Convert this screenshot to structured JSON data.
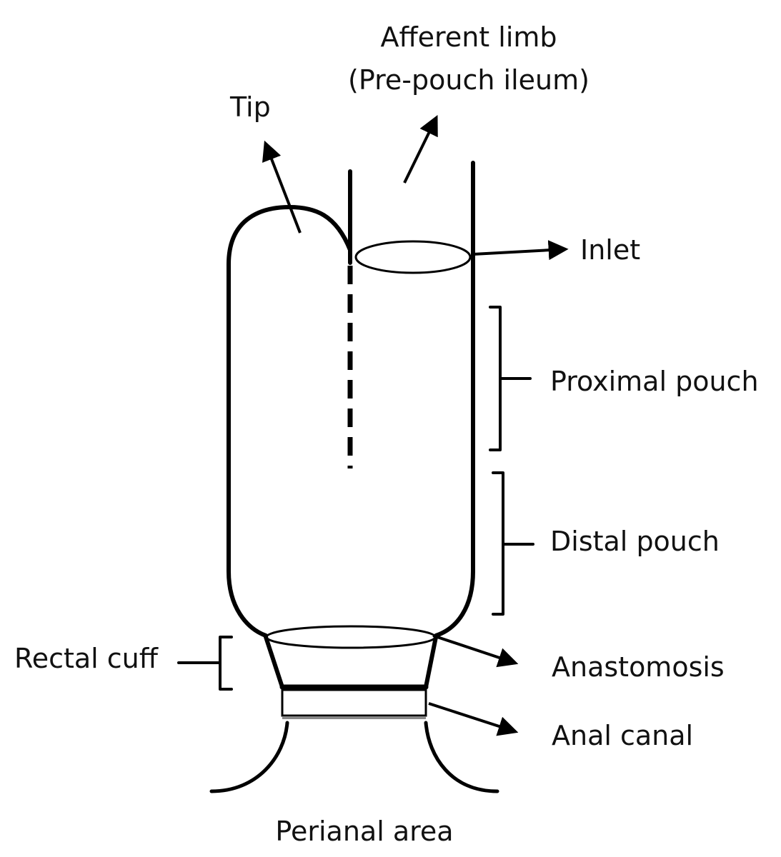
{
  "labels": {
    "afferent_limb_line1": "Afferent limb",
    "afferent_limb_line2": "(Pre-pouch ileum)",
    "tip": "Tip",
    "inlet": "Inlet",
    "proximal_pouch": "Proximal pouch",
    "distal_pouch": "Distal pouch",
    "rectal_cuff": "Rectal cuff",
    "anastomosis": "Anastomosis",
    "anal_canal": "Anal canal",
    "perianal_area": "Perianal area"
  },
  "colors": {
    "ink": "#000000",
    "background": "#ffffff"
  }
}
